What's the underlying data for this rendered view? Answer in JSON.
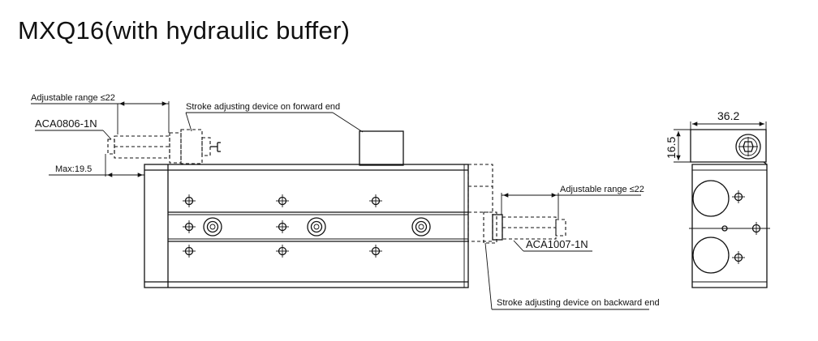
{
  "title": "MXQ16(with hydraulic buffer)",
  "labels": {
    "adj_range_left": "Adjustable range ≤22",
    "aca_left": "ACA0806-1N",
    "max_left": "Max:19.5",
    "stroke_forward": "Stroke adjusting device on forward end",
    "adj_range_right": "Adjustable range ≤22",
    "aca_right": "ACA1007-1N",
    "stroke_backward": "Stroke adjusting device on backward end"
  },
  "dims": {
    "width_side": "36.2",
    "height_side": "16.5"
  }
}
